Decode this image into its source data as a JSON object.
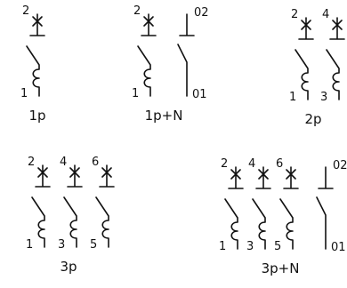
{
  "colors": {
    "ink": "#111111",
    "background": "#ffffff"
  },
  "diagrams": [
    {
      "caption": "1p",
      "poles": [
        {
          "kind": "breaker",
          "top_label": "2",
          "bottom_label": "1"
        }
      ]
    },
    {
      "caption": "1p+N",
      "poles": [
        {
          "kind": "breaker",
          "top_label": "2",
          "bottom_label": "1"
        },
        {
          "kind": "neutral",
          "top_label": "02",
          "bottom_label": "01"
        }
      ]
    },
    {
      "caption": "2p",
      "poles": [
        {
          "kind": "breaker",
          "top_label": "2",
          "bottom_label": "1"
        },
        {
          "kind": "breaker",
          "top_label": "4",
          "bottom_label": "3"
        }
      ]
    },
    {
      "caption": "3p",
      "poles": [
        {
          "kind": "breaker",
          "top_label": "2",
          "bottom_label": "1"
        },
        {
          "kind": "breaker",
          "top_label": "4",
          "bottom_label": "3"
        },
        {
          "kind": "breaker",
          "top_label": "6",
          "bottom_label": "5"
        }
      ]
    },
    {
      "caption": "3p+N",
      "poles": [
        {
          "kind": "breaker",
          "top_label": "2",
          "bottom_label": "1"
        },
        {
          "kind": "breaker",
          "top_label": "4",
          "bottom_label": "3"
        },
        {
          "kind": "breaker",
          "top_label": "6",
          "bottom_label": "5"
        },
        {
          "kind": "neutral",
          "top_label": "02",
          "bottom_label": "01"
        }
      ]
    }
  ]
}
